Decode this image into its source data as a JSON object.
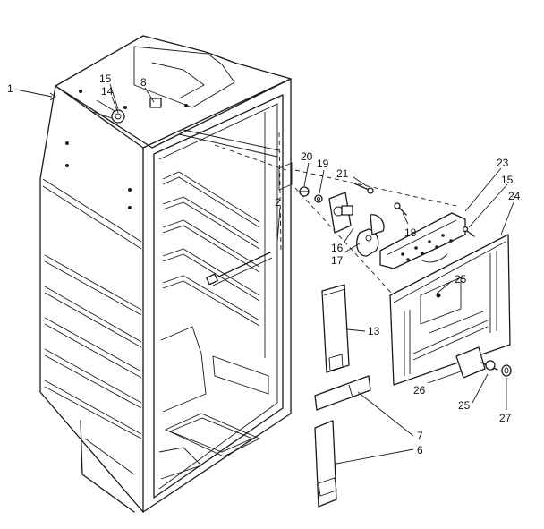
{
  "callouts": [
    {
      "id": "1",
      "text": "1"
    },
    {
      "id": "15a",
      "text": "15"
    },
    {
      "id": "14",
      "text": "14"
    },
    {
      "id": "8",
      "text": "8"
    },
    {
      "id": "2",
      "text": "2"
    },
    {
      "id": "20",
      "text": "20"
    },
    {
      "id": "19",
      "text": "19"
    },
    {
      "id": "21",
      "text": "21"
    },
    {
      "id": "23",
      "text": "23"
    },
    {
      "id": "15b",
      "text": "15"
    },
    {
      "id": "24",
      "text": "24"
    },
    {
      "id": "18",
      "text": "18"
    },
    {
      "id": "16",
      "text": "16"
    },
    {
      "id": "17",
      "text": "17"
    },
    {
      "id": "25a",
      "text": "25"
    },
    {
      "id": "13",
      "text": "13"
    },
    {
      "id": "26",
      "text": "26"
    },
    {
      "id": "25b",
      "text": "25"
    },
    {
      "id": "27",
      "text": "27"
    },
    {
      "id": "7",
      "text": "7"
    },
    {
      "id": "6",
      "text": "6"
    }
  ]
}
